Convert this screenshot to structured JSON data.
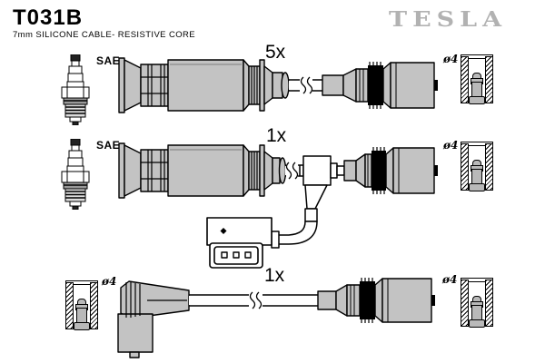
{
  "header": {
    "part_number": "T031B",
    "subtitle": "7mm SILICONE CABLE- RESISTIVE CORE",
    "brand": "TESLA"
  },
  "colors": {
    "cable_body_gray": "#c3c3c3",
    "logo_gray": "#b2b2b2",
    "outline_black": "#000000",
    "background": "#ffffff"
  },
  "rows": [
    {
      "id": "cable-5x",
      "quantity": "5x",
      "plug_label": "SAE",
      "terminal_label": "ø4",
      "left_icon": "spark-plug",
      "right_icon": "terminal-socket-section",
      "style": "straight boot cable with resistive connector"
    },
    {
      "id": "cable-1x-branch",
      "quantity": "1x",
      "plug_label": "SAE",
      "terminal_label": "ø4",
      "left_icon": "spark-plug",
      "right_icon": "terminal-socket-section",
      "style": "straight boot cable with T-junction branch to 3-pin connector"
    },
    {
      "id": "cable-1x-angled",
      "quantity": "1x",
      "terminal_label_left": "ø4",
      "terminal_label_right": "ø4",
      "left_icon": "terminal-socket-section",
      "right_icon": "terminal-socket-section",
      "style": "90-degree angled boot cable"
    }
  ]
}
